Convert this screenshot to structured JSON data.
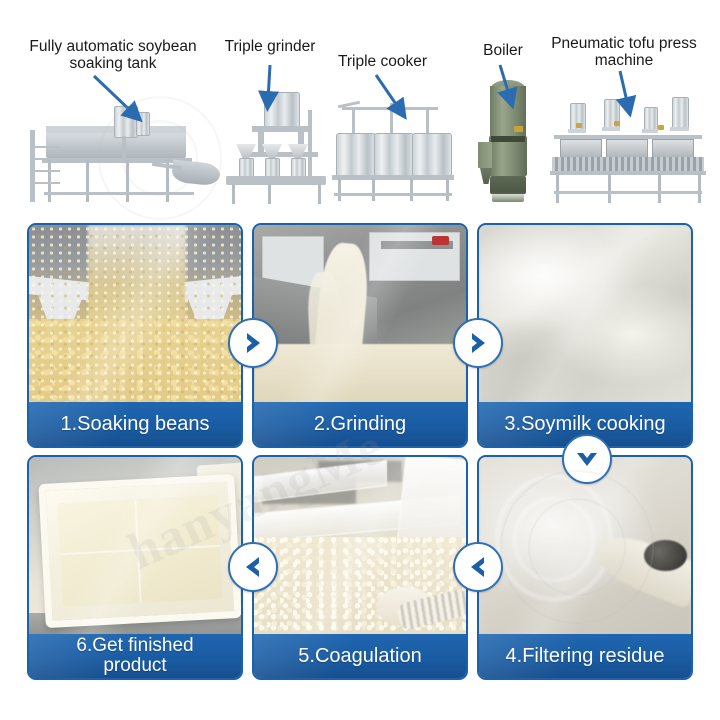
{
  "top_machines": [
    {
      "id": "soaking-tank",
      "label": "Fully automatic soybean\nsoaking tank"
    },
    {
      "id": "triple-grinder",
      "label": "Triple grinder"
    },
    {
      "id": "triple-cooker",
      "label": "Triple cooker"
    },
    {
      "id": "boiler",
      "label": "Boiler"
    },
    {
      "id": "tofu-press",
      "label": "Pneumatic tofu press\nmachine"
    }
  ],
  "steps": [
    {
      "number": "1",
      "caption": "1.Soaking beans",
      "photo": "soybeans-pouring-into-soaking-tank"
    },
    {
      "number": "2",
      "caption": "2.Grinding",
      "photo": "soy-slurry-pouring-into-steel-tank"
    },
    {
      "number": "3",
      "caption": "3.Soymilk cooking",
      "photo": "creamy-soymilk-closeup"
    },
    {
      "number": "4",
      "caption": "4.Filtering residue",
      "photo": "filtered-residue-outlet"
    },
    {
      "number": "5",
      "caption": "5.Coagulation",
      "photo": "curd-in-cloth-lined-box"
    },
    {
      "number": "6",
      "caption": "6.Get finished\nproduct",
      "photo": "finished-tofu-block-in-tray"
    }
  ],
  "arrows": [
    {
      "id": "arrow-1-to-2",
      "direction": "right"
    },
    {
      "id": "arrow-2-to-3",
      "direction": "right"
    },
    {
      "id": "arrow-3-to-4",
      "direction": "down"
    },
    {
      "id": "arrow-5-to-6",
      "direction": "left"
    },
    {
      "id": "arrow-4-to-5",
      "direction": "left"
    }
  ],
  "watermark": {
    "text": "hanyangMe"
  },
  "colors": {
    "accent_blue": "#1b62ad",
    "caption_blue": "#1a5ca3",
    "arrow_blue": "#1b5fa8",
    "pointer_blue": "#2f6fb5",
    "background": "#ffffff",
    "boiler_green": "#7f8c72"
  }
}
